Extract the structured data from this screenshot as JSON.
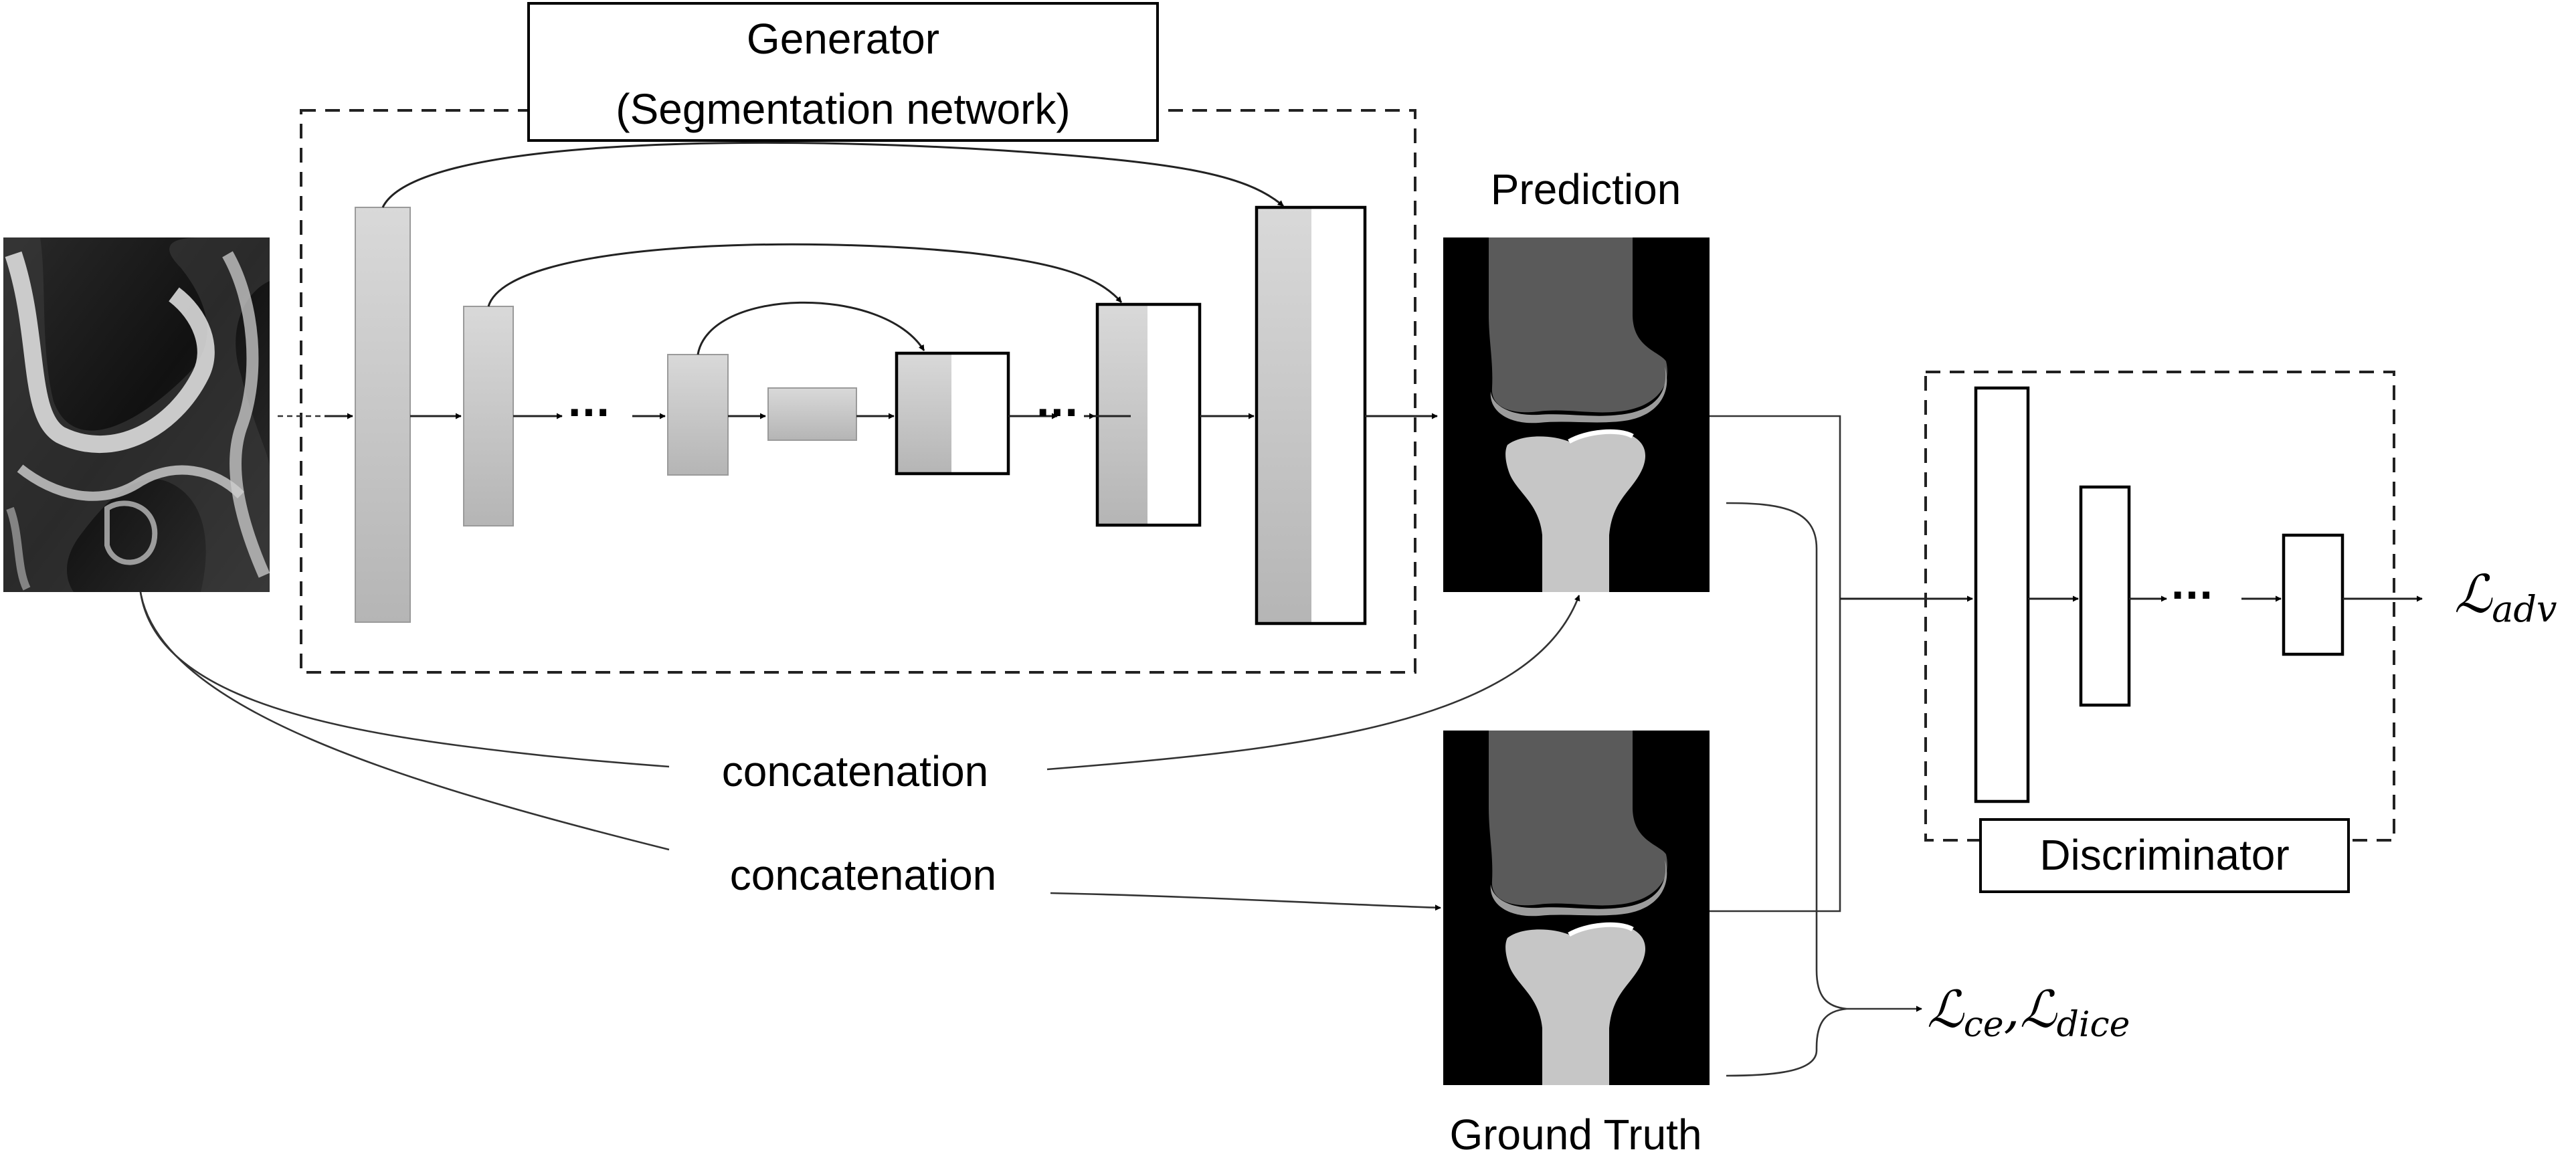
{
  "generator": {
    "title_line1": "Generator",
    "title_line2": "(Segmentation network)"
  },
  "prediction_label": "Prediction",
  "ground_truth_label": "Ground Truth",
  "concat_top_label": "concatenation",
  "concat_bottom_label": "concatenation",
  "discriminator_label": "Discriminator",
  "loss_adv": {
    "base": "ℒ",
    "sub": "adv"
  },
  "loss_seg": {
    "base1": "ℒ",
    "sub1": "ce",
    "sep": ",",
    "base2": "ℒ",
    "sub2": "dice"
  },
  "colors": {
    "encoder_fill": "#c8c8c8",
    "mask_background": "#000000",
    "femur": "#5a5a5a",
    "cartilage": "#9c9c9c",
    "tibia": "#c6c6c6"
  }
}
